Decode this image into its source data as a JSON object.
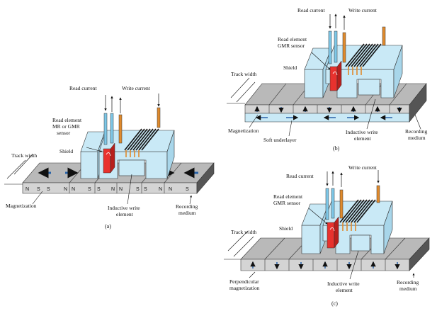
{
  "fig_a": {
    "caption": "(a)",
    "read_current": "Read current",
    "write_current": "Write current",
    "read_element": [
      "Read element",
      "MR or GMR",
      "sensor"
    ],
    "shield": "Shield",
    "track_width": "Track width",
    "magnetization": "Magnetization",
    "inductive_write": [
      "Inductive write",
      "element"
    ],
    "recording_medium": [
      "Recording",
      "medium"
    ],
    "poles": [
      "N",
      "S",
      "S",
      "N",
      "N",
      "S",
      "S",
      "N",
      "N",
      "S",
      "S",
      "N",
      "N",
      "S"
    ]
  },
  "fig_b": {
    "caption": "(b)",
    "read_current": "Read current",
    "write_current": "Write current",
    "read_element": [
      "Read element",
      "GMR sensor"
    ],
    "shield": "Shield",
    "track_width": "Track width",
    "magnetization": "Magnetization",
    "soft_underlayer": "Soft underlayer",
    "inductive_write": [
      "Inductive write",
      "element"
    ],
    "recording_medium": [
      "Recording",
      "medium"
    ]
  },
  "fig_c": {
    "caption": "(c)",
    "read_current": "Read current",
    "write_current": "Write current",
    "read_element": [
      "Read element",
      "GMR sensor"
    ],
    "shield": "Shield",
    "track_width": "Track width",
    "magnetization": [
      "Perpendicular",
      "magnetization"
    ],
    "inductive_write": [
      "Inductive write",
      "element"
    ],
    "recording_medium": [
      "Recording",
      "medium"
    ]
  },
  "colors": {
    "head": "#c9e9f6",
    "medium_top": "#b9b9b9",
    "medium_front": "#d4d4d4",
    "medium_side": "#555555",
    "sensor": "#e8322e",
    "arrow": "#2a63a8",
    "write_wire": "#e08a2c",
    "read_wire": "#7ec8e8"
  }
}
